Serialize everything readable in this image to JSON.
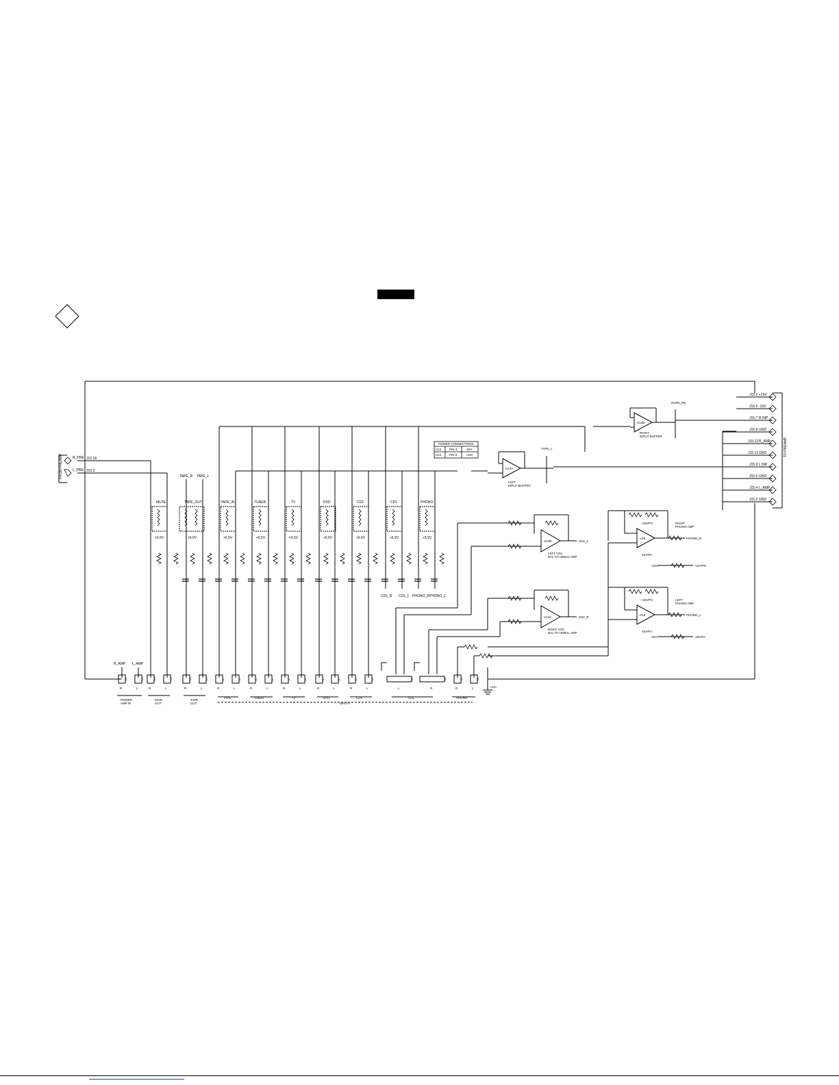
{
  "schematic": {
    "connectors": {
      "from_preamp": "FROM PREAMP",
      "to_preamp": "TO PREAMP",
      "r_pre": "R_PRE",
      "l_pre": "L_PRE",
      "j15_18": "J15.18",
      "j15_3": "J15.3"
    },
    "to_preamp_pins": [
      {
        "pin": "J15.1",
        "signal": "+15V"
      },
      {
        "pin": "J15.5",
        "signal": "-15V"
      },
      {
        "pin": "J15.7",
        "signal": "R INP"
      },
      {
        "pin": "J15.8",
        "signal": "GND"
      },
      {
        "pin": "J15.12",
        "signal": "R_AMP"
      },
      {
        "pin": "J15.11",
        "signal": "GND"
      },
      {
        "pin": "J15.9",
        "signal": "L INP"
      },
      {
        "pin": "J15.6",
        "signal": "GND"
      },
      {
        "pin": "J15.4",
        "signal": "L_AMP"
      },
      {
        "pin": "J15.2",
        "signal": "GND"
      }
    ],
    "selector_relays": [
      {
        "label": "MUTE",
        "supply": "+5.5V"
      },
      {
        "label": "TAPE_OUT",
        "supply": "+5.5V"
      },
      {
        "label": "TAPE_IN",
        "supply": "+5.5V"
      },
      {
        "label": "TUNER",
        "supply": "+5.5V"
      },
      {
        "label": "TV",
        "supply": "+5.5V"
      },
      {
        "label": "DVD",
        "supply": "+5.5V"
      },
      {
        "label": "CD2",
        "supply": "+5.5V"
      },
      {
        "label": "CD1",
        "supply": "+5.5V"
      },
      {
        "label": "PHONO",
        "supply": "+5.5V"
      }
    ],
    "tape_taps": {
      "r": "TAPE_R",
      "l": "TAPE_L"
    },
    "taps_below": [
      "CD1_R",
      "CD1_L",
      "PHONO_R",
      "PHONO_L"
    ],
    "power_table": {
      "title": "POWER CONNECTIONS",
      "rows": [
        {
          "part": "U13",
          "pin": "PIN 4",
          "rail": "-15V"
        },
        {
          "part": "U14",
          "pin": "PIN 8",
          "rail": "+15V"
        }
      ]
    },
    "opamps": {
      "right_buffer": {
        "ref": "U13B",
        "caption": "RIGHT\nINPUT BUFFER",
        "net": "RAPN_PB"
      },
      "left_buffer": {
        "ref": "U13A",
        "caption": "LEFT\nINPUT BUFFER",
        "net": "TAPN_L"
      },
      "left_cd1": {
        "ref": "U14B",
        "caption": "LEFT CD1\nBAL TO UNBAL AMP",
        "out": "CD1_L"
      },
      "right_cd1": {
        "ref": "U14A",
        "caption": "RIGHT CD1\nBAL TO UNBAL AMP",
        "out": "CD1_R"
      },
      "right_phono": {
        "ref": "U15",
        "caption": "RIGHT\nPHONO AMP",
        "out": "PHONO_R",
        "vplus": "+15VPH",
        "vminus": "-15VPH"
      },
      "left_phono": {
        "ref": "U16",
        "caption": "LEFT\nPHONO AMP",
        "out": "PHONO_L",
        "vplus": "+15VPH",
        "vminus": "-15VPH"
      }
    },
    "phono_supply": {
      "plus_in": "+15V",
      "plus_out": "+15VPH",
      "minus_in": "-15V",
      "minus_out": "-15VPH"
    },
    "bottom_labels": {
      "r_amp": "R_AMP",
      "l_amp": "L_AMP",
      "inputs": "INPUTS",
      "gnd": "GND"
    },
    "jack_groups": [
      {
        "label": "POWER\nAMP IN"
      },
      {
        "label": "MAIN\nOUT"
      },
      {
        "label": "TAPE\nOUT"
      },
      {
        "label": "TAPE"
      },
      {
        "label": "TUNER"
      },
      {
        "label": "TV"
      },
      {
        "label": "DVD"
      },
      {
        "label": "CD2"
      },
      {
        "label": "CD1"
      },
      {
        "label": "PHONO"
      }
    ],
    "jack_rl": {
      "r": "R",
      "l": "L"
    },
    "jacks": [
      "J16",
      "J16",
      "J18",
      "J18",
      "J19",
      "J19",
      "J17",
      "J17",
      "J17",
      "J17",
      "J17",
      "J17",
      "J17",
      "J17",
      "J17",
      "J17",
      "J21",
      "J21",
      "J22",
      "J22"
    ]
  }
}
